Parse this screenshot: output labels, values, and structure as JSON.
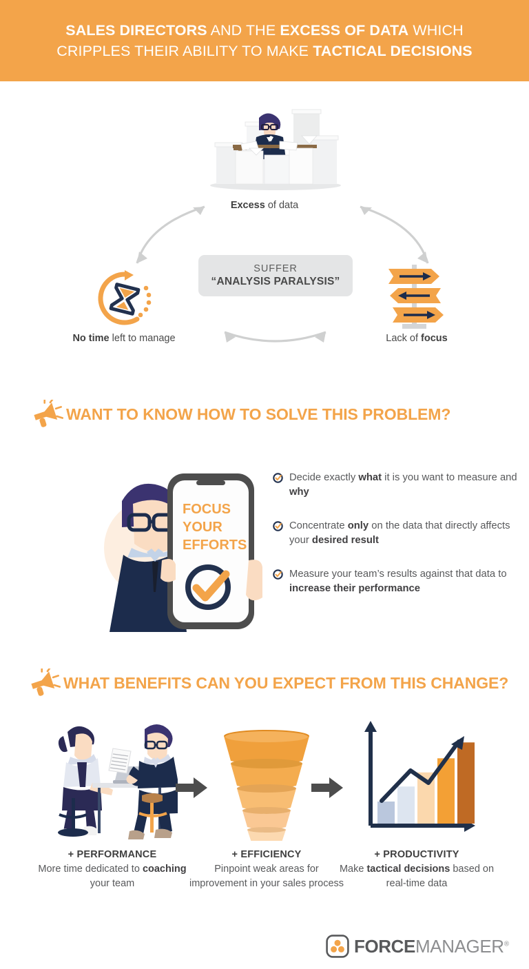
{
  "header": {
    "line1_pre": "",
    "title_parts": [
      {
        "text": "SALES DIRECTORS",
        "bold": true
      },
      {
        "text": " AND THE ",
        "bold": false
      },
      {
        "text": "EXCESS OF DATA",
        "bold": true
      },
      {
        "text": " WHICH CRIPPLES THEIR ABILITY TO MAKE ",
        "bold": false
      },
      {
        "text": "TACTICAL DECISIONS",
        "bold": true
      }
    ],
    "background_color": "#f3a44a",
    "text_color": "#ffffff"
  },
  "cycle": {
    "center": {
      "line1": "SUFFER",
      "line2": "“ANALYSIS PARALYSIS”",
      "background_color": "#e4e5e6"
    },
    "nodes": [
      {
        "id": "excess-of-data",
        "label_bold": "Excess",
        "label_rest": " of data",
        "icon": "paper-stacks-businessman-illustration"
      },
      {
        "id": "no-time",
        "label_bold": "No time",
        "label_rest": " left to manage",
        "icon": "hourglass-clock-icon"
      },
      {
        "id": "lack-of-focus",
        "label_bold_prefix": "Lack of ",
        "label_bold": "focus",
        "icon": "signpost-arrows-icon"
      }
    ],
    "arrow_color": "#cfd0d0"
  },
  "sections": [
    {
      "id": "solve-problem",
      "heading": "WANT TO KNOW HOW TO SOLVE THIS PROBLEM?",
      "icon": "megaphone-icon",
      "color": "#f3a44a"
    },
    {
      "id": "benefits",
      "heading": "WHAT BENEFITS CAN YOU EXPECT FROM THIS CHANGE?",
      "icon": "megaphone-icon",
      "color": "#f3a44a"
    }
  ],
  "solution": {
    "phone": {
      "screen_line1": "FOCUS",
      "screen_line2": "YOUR",
      "screen_line3": "EFFORTS",
      "screen_text_color": "#f3a44a",
      "icon": "check-circle-icon",
      "illustration": "businessman-holding-phone"
    },
    "bullets": [
      {
        "icon": "check-circle-bullet-icon",
        "parts": [
          {
            "text": "Decide exactly ",
            "bold": false
          },
          {
            "text": "what",
            "bold": true
          },
          {
            "text": " it is you want to measure and ",
            "bold": false
          },
          {
            "text": "why",
            "bold": true
          }
        ]
      },
      {
        "icon": "check-circle-bullet-icon",
        "parts": [
          {
            "text": "Concentrate ",
            "bold": false
          },
          {
            "text": "only",
            "bold": true
          },
          {
            "text": " on the data that directly affects your ",
            "bold": false
          },
          {
            "text": "desired result",
            "bold": true
          }
        ]
      },
      {
        "icon": "check-circle-bullet-icon",
        "parts": [
          {
            "text": "Measure your team’s results against that data to ",
            "bold": false
          },
          {
            "text": "increase their performance",
            "bold": true
          }
        ]
      }
    ]
  },
  "benefits": {
    "separator_icon": "right-arrow-icon",
    "separator_color": "#4d4d4d",
    "columns": [
      {
        "id": "performance",
        "illustration": "two-people-meeting-coaching",
        "title": "+ PERFORMANCE",
        "desc_parts": [
          {
            "text": "More time dedicated to ",
            "bold": false
          },
          {
            "text": "coaching",
            "bold": true
          },
          {
            "text": " your team",
            "bold": false
          }
        ]
      },
      {
        "id": "efficiency",
        "illustration": "sales-funnel",
        "title": "+ EFFICIENCY",
        "desc_parts": [
          {
            "text": "Pinpoint weak areas for improvement in your sales process",
            "bold": false
          }
        ]
      },
      {
        "id": "productivity",
        "illustration": "growth-bar-chart",
        "title": "+ PRODUCTIVITY",
        "desc_parts": [
          {
            "text": "Make ",
            "bold": false
          },
          {
            "text": "tactical decisions",
            "bold": true
          },
          {
            "text": " based on real-time data",
            "bold": false
          }
        ]
      }
    ]
  },
  "chart_data": {
    "type": "bar",
    "title": "",
    "categories": [
      "1",
      "2",
      "3",
      "4",
      "5"
    ],
    "values": [
      25,
      42,
      58,
      74,
      92
    ],
    "colors": [
      "#bac7dd",
      "#dde5f0",
      "#fbd8ad",
      "#f3a035",
      "#bf6a24"
    ],
    "trendline": "upward-arrow",
    "axis_color": "#20304a",
    "grid": false,
    "legend": "none",
    "xlabel": "",
    "ylabel": "",
    "ylim": [
      0,
      100
    ]
  },
  "funnel_data": {
    "type": "funnel",
    "layers": 5,
    "colors": [
      "#f0a03c",
      "#f4ac4f",
      "#f8bd73",
      "#fac894",
      "#fcd9b0"
    ]
  },
  "footer": {
    "logo_mark": "three-dots-rounded-square-icon",
    "logo_bold": "FORCE",
    "logo_light": "MANAGER",
    "registered": "®",
    "dot_color": "#f3a44a"
  }
}
